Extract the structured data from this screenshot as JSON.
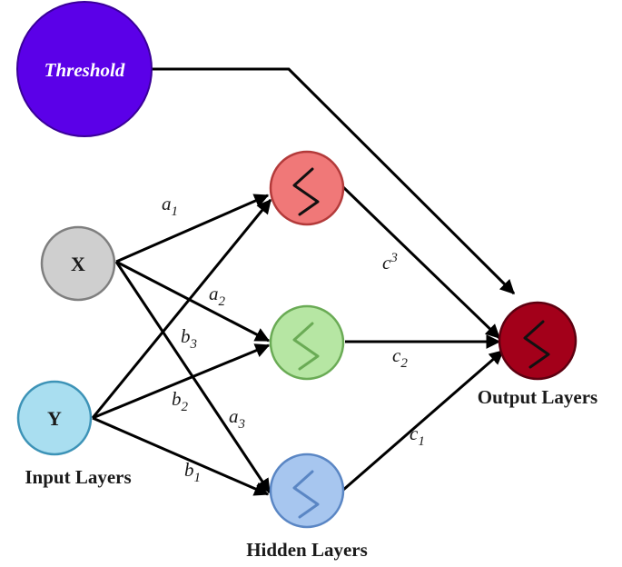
{
  "nodes": {
    "threshold": {
      "label": "Threshold",
      "fill": "#5b00e8",
      "stroke": "#3a0099"
    },
    "x": {
      "label": "X",
      "fill": "#cfcfcf",
      "stroke": "#7f7f7f"
    },
    "y": {
      "label": "Y",
      "fill": "#a9def0",
      "stroke": "#3d93b7"
    },
    "hidden_top": {
      "fill": "#f07878",
      "stroke": "#b33a3a",
      "icon": "sigmoid-icon"
    },
    "hidden_mid": {
      "fill": "#b6e6a3",
      "stroke": "#6aab55",
      "icon": "sigmoid-icon"
    },
    "hidden_bot": {
      "fill": "#a7c6ef",
      "stroke": "#5a86c4",
      "icon": "sigmoid-icon"
    },
    "output": {
      "fill": "#a3001a",
      "stroke": "#5d0010",
      "icon": "sigmoid-icon"
    }
  },
  "layer_labels": {
    "input": "Input Layers",
    "hidden": "Hidden Layers",
    "output": "Output Layers"
  },
  "weights": {
    "a1": {
      "base": "a",
      "sub": "1"
    },
    "a2": {
      "base": "a",
      "sub": "2"
    },
    "a3": {
      "base": "a",
      "sub": "3"
    },
    "b1": {
      "base": "b",
      "sub": "1"
    },
    "b2": {
      "base": "b",
      "sub": "2"
    },
    "b3": {
      "base": "b",
      "sub": "3"
    },
    "c1": {
      "base": "c",
      "sub": "1"
    },
    "c2": {
      "base": "c",
      "sub": "2"
    },
    "c3": {
      "base": "c",
      "sub": "3"
    }
  }
}
